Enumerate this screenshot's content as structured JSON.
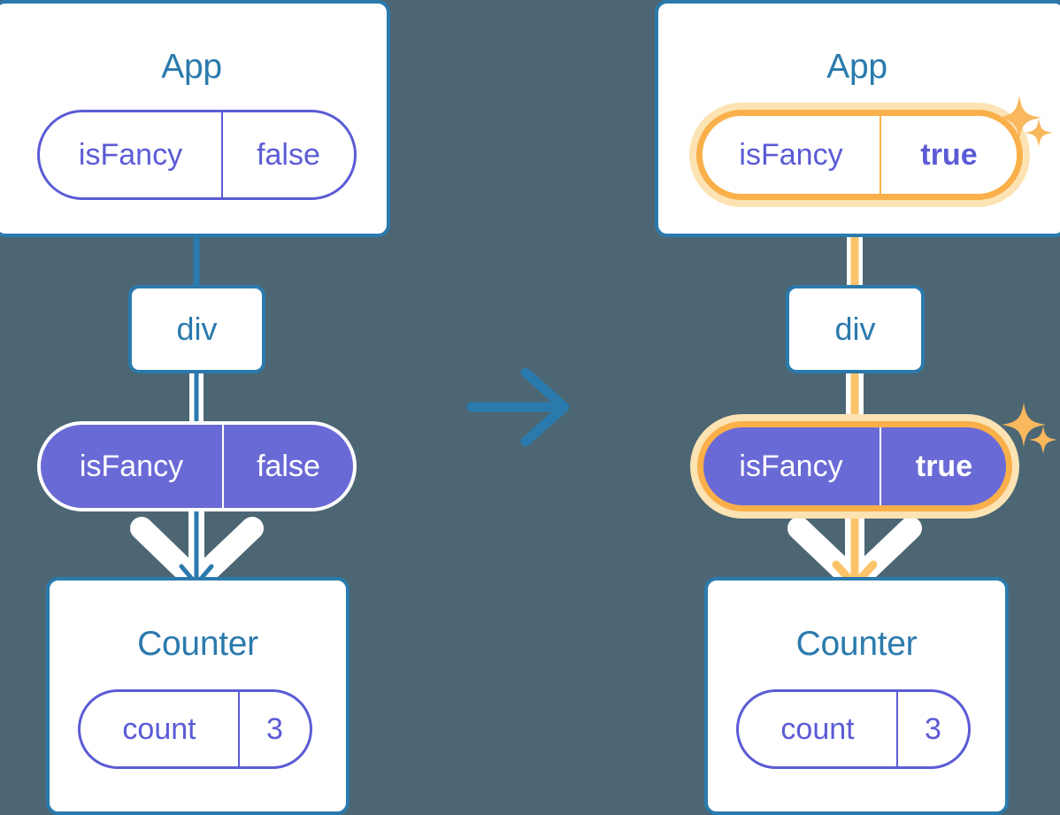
{
  "diagram": {
    "title": "State update propagation in a React component tree",
    "background_color": "#4c6673",
    "transition_arrow": {
      "icon": "right-arrow-icon",
      "color": "#2b7aad"
    },
    "colors": {
      "box_border": "#2b7aad",
      "box_title_text": "#2b7aad",
      "pill_outline": "#5b5bd6",
      "pill_filled_bg": "#6a6ad6",
      "pill_filled_text": "#ffffff",
      "highlight_ring_inner": "#f9b04a",
      "highlight_ring_outer": "#fce3b4",
      "highlight_line": "#fbc46a",
      "sparkle": "#f9b85e",
      "connector_line": "#2b7aad",
      "connector_line_pale": "#ccd6ee",
      "connector_line_pale_amber": "#fae3bd",
      "arrow_outline": "#ffffff"
    }
  },
  "before": {
    "label": "before-state",
    "app": {
      "title": "App",
      "pill": {
        "name": "isFancy",
        "value": "false",
        "style": "outline",
        "highlighted": false,
        "bold_value": false
      }
    },
    "div": {
      "label": "div"
    },
    "prop": {
      "name": "isFancy",
      "value": "false",
      "style": "filled",
      "highlighted": false,
      "bold_value": false
    },
    "counter": {
      "title": "Counter",
      "pill": {
        "name": "count",
        "value": "3",
        "style": "outline",
        "highlighted": false,
        "bold_value": false
      }
    },
    "sparkles": []
  },
  "after": {
    "label": "after-state",
    "app": {
      "title": "App",
      "pill": {
        "name": "isFancy",
        "value": "true",
        "style": "outline",
        "highlighted": true,
        "bold_value": true
      }
    },
    "div": {
      "label": "div"
    },
    "prop": {
      "name": "isFancy",
      "value": "true",
      "style": "filled",
      "highlighted": true,
      "bold_value": true
    },
    "counter": {
      "title": "Counter",
      "pill": {
        "name": "count",
        "value": "3",
        "style": "outline",
        "highlighted": false,
        "bold_value": false
      }
    },
    "sparkles": [
      {
        "name": "sparkle-large",
        "size": "large"
      },
      {
        "name": "sparkle-small",
        "size": "small"
      }
    ]
  }
}
